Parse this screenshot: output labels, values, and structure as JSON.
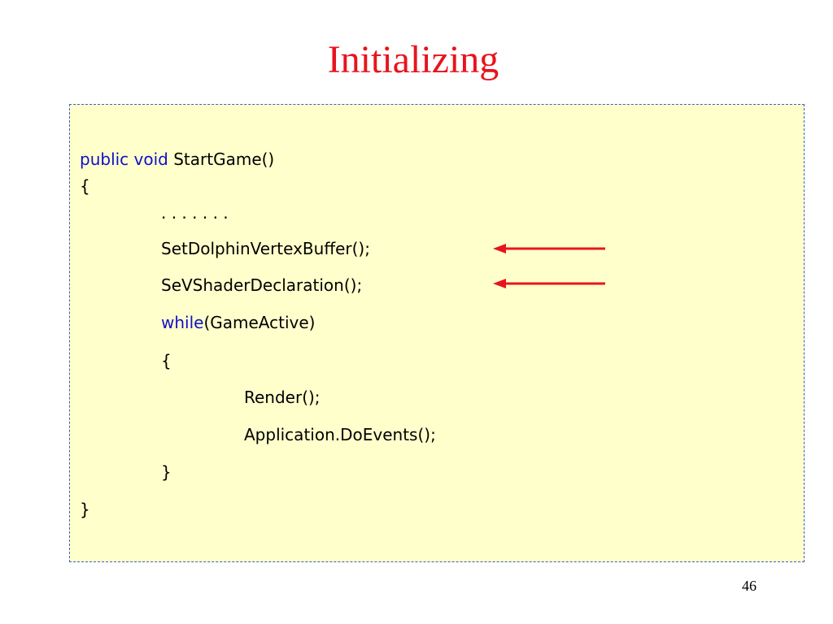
{
  "slide": {
    "title": "Initializing",
    "page_number": "46"
  },
  "code": {
    "kw_public": "public",
    "kw_void": "void",
    "method_signature": "StartGame()",
    "open_brace_outer": "{",
    "ellipsis": ". . . . . . .",
    "line_set_vertex_buffer": "SetDolphinVertexBuffer();",
    "line_set_shader_decl": "SeVShaderDeclaration();",
    "kw_while": "while",
    "while_condition": "(GameActive)",
    "open_brace_inner": "{",
    "line_render": "Render();",
    "line_do_events": "Application.DoEvents();",
    "close_brace_inner": "}",
    "close_brace_outer": "}"
  },
  "colors": {
    "title": "#e8141c",
    "keyword": "#1010c8",
    "code_background": "#ffffcc",
    "box_border": "#3d5bd6",
    "arrow": "#e8141c"
  },
  "icons": {
    "arrow_1": "left-arrow-icon",
    "arrow_2": "left-arrow-icon"
  }
}
